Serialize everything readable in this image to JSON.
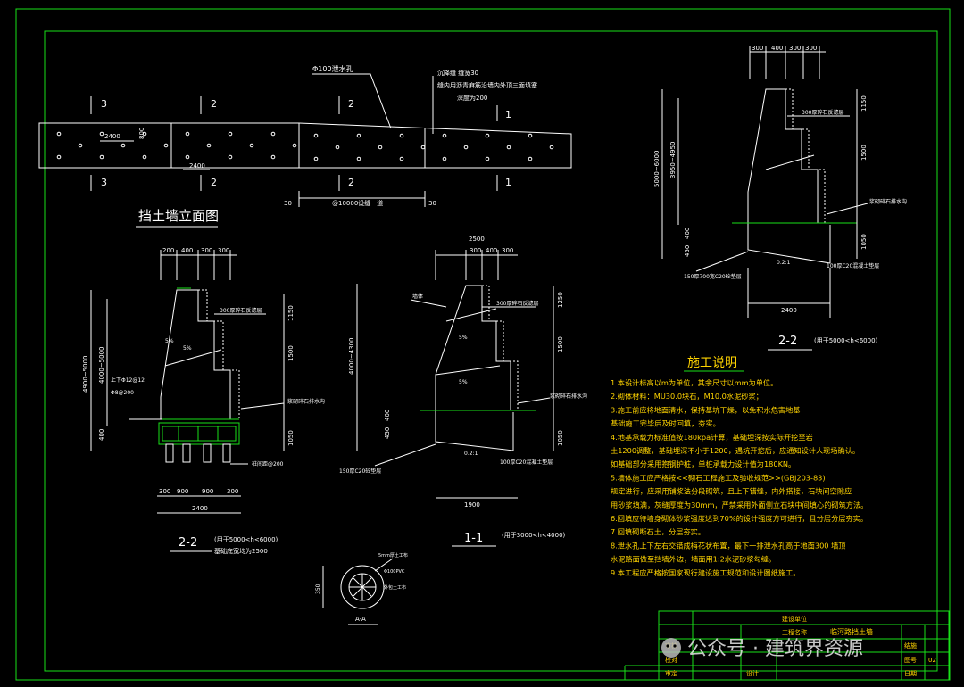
{
  "elevation": {
    "title": "挡土墙立面图",
    "drain_pipe": "Φ100泄水孔",
    "joint_note_1": "沉降缝 缝宽30",
    "joint_note_2": "缝内用沥青麻筋沿墙内外顶三面填塞",
    "joint_note_3": "深度为200",
    "spacing_2400": "2400",
    "spacing_800": "800",
    "joint_spacing": "@10000设缝一道",
    "gap_30_left": "30",
    "gap_30_right": "30",
    "section_marks": [
      "3",
      "2",
      "2",
      "1"
    ]
  },
  "section_left": {
    "title": "2-2",
    "subtitle": "(用于5000<h<6000)",
    "note": "基础底宽均为2500",
    "top_widths": [
      "200",
      "400",
      "300",
      "300"
    ],
    "height_outer": "4900~5000",
    "height_inner": "4000~5000",
    "dims_right": [
      "1150",
      "1500",
      "1050"
    ],
    "dim_400": "400",
    "bottom_widths": [
      "300",
      "900",
      "900",
      "300"
    ],
    "bottom_total": "2400",
    "label_rebar_top": "上下Φ12@12",
    "label_rebar_dist": "Φ8@200",
    "label_gravel": "300厚碎石反滤层",
    "label_drain": "浆砌碎石排水沟",
    "label_pile": "桩间距@200",
    "slope": "5%"
  },
  "section_mid": {
    "title": "1-1",
    "subtitle": "(用于3000<h<4000)",
    "top_widths": [
      "300",
      "400",
      "300"
    ],
    "top_total": "2500",
    "height_total": "4000~4300",
    "dims_right": [
      "1250",
      "1500",
      "1050"
    ],
    "dims_left": [
      "400",
      "450"
    ],
    "bottom_width": "1900",
    "label_gravel": "300厚碎石反滤层",
    "label_drain": "浆砌碎石排水沟",
    "label_top": "墙体",
    "label_base": "150厚C20砼垫层",
    "label_base2": "100厚C20混凝土垫层",
    "slope": "5%",
    "ratio": "0.2:1"
  },
  "section_right": {
    "title": "2-2",
    "subtitle": "(用于5000<h<6000)",
    "top_widths": [
      "300",
      "400",
      "300",
      "300"
    ],
    "height_total": "5000~6000",
    "height_sub": "3950~4950",
    "dims_right": [
      "1150",
      "1500",
      "1050"
    ],
    "dims_left": [
      "400",
      "450"
    ],
    "bottom_width": "2400",
    "label_gravel": "300厚碎石反滤层",
    "label_drain": "浆砌碎石排水沟",
    "label_base": "150厚700宽C20砼垫层",
    "label_base2": "100厚C20混凝土垫层",
    "ratio": "0.2:1"
  },
  "detail_a": {
    "label": "A-A",
    "dim": "350",
    "note1": "5mm厚土工布",
    "note2": "Φ100PVC",
    "note3": "外包土工布"
  },
  "notes": {
    "heading": "施工说明",
    "items": [
      "1.本设计标高以m为单位，其余尺寸以mm为单位。",
      "2.砌体材料：MU30.0块石，M10.0水泥砂浆；",
      "3.施工前应将地面清水，保持基坑干燥，以免积水危害地基",
      "  基础施工完毕后及时回填，夯实。",
      "4.地基承载力标准值按180kpa计算，基础埋深按实际开挖至岩",
      "  土1200调整，基础埋深不小于1200，遇坑开挖后，应通知设计人现场确认。",
      "  如基础部分采用抱钢护桩，单桩承载力设计值为180KN。",
      "5.墙体施工应严格按<<砌石工程施工及验收规范>>(GBJ203-83)",
      "  规定进行，应采用铺浆法分段砌筑，且上下错缝，内外搭接，石块间空隙应",
      "  用砂浆填满，灰缝厚度为30mm，严禁采用外面侧立石块中间填心的砌筑方法。",
      "6.回填应待墙身砌体砂浆强度达到70%的设计强度方可进行，且分层分层夯实。",
      "7.回填砌断石土，分层夯实。",
      "8.泄水孔上下左右交错成梅花状布置，最下一排泄水孔高于地面300 墙顶",
      "  水泥路面做至挡墙外边，墙面用1:2水泥砂浆勾缝。",
      "9.本工程应严格按国家现行建设施工规范和设计图纸施工。"
    ]
  },
  "title_block": {
    "row1": "建设单位",
    "row2": "工程名称",
    "project_name": "临河路挡土墙",
    "row3": "审核",
    "row4": "校对",
    "row5": "审定",
    "col_draw": "设计",
    "col_no": "图号",
    "col_date": "日期",
    "sheet": "结施",
    "sheet_no": "02"
  },
  "watermark": "公众号 · 建筑界资源"
}
